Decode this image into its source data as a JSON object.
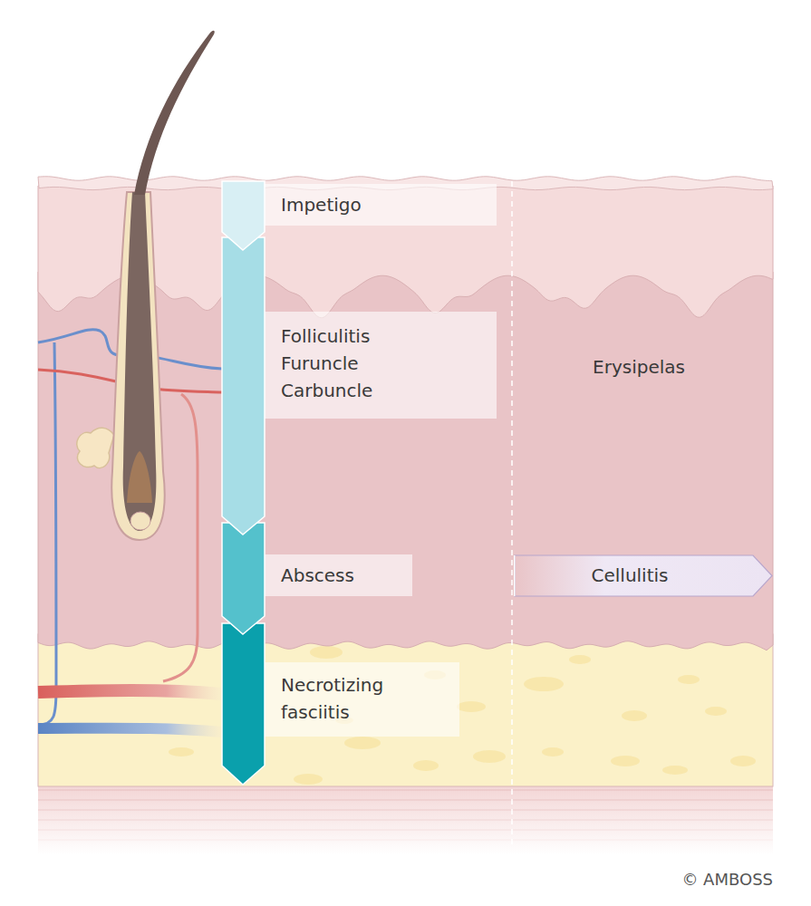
{
  "diagram": {
    "nodes": [
      {
        "text": [
          "Impetigo"
        ]
      },
      {
        "text": [
          "Folliculitis",
          "Furuncle",
          "Carbuncle"
        ]
      },
      {
        "text": [
          "Abscess"
        ]
      },
      {
        "text": [
          "Necrotizing fasciitis"
        ]
      },
      {
        "text": [
          "Cellulitis"
        ]
      }
    ],
    "labels": [
      "Erysipelas",
      "© AMBOSS"
    ]
  }
}
